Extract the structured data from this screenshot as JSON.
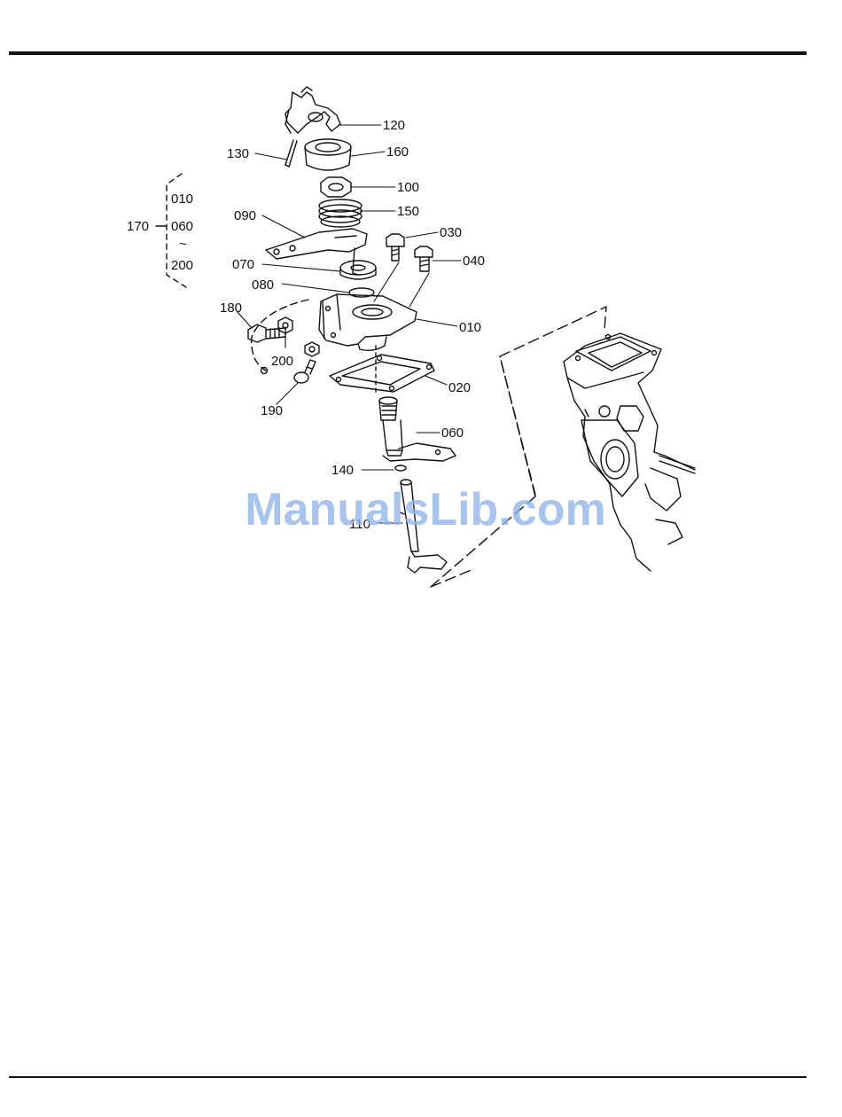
{
  "watermark": "ManualsLib.com",
  "group": {
    "label": "170",
    "items": [
      "010",
      "060",
      "~",
      "200"
    ]
  },
  "callouts": {
    "p120": "120",
    "p130": "130",
    "p160": "160",
    "p100": "100",
    "p150": "150",
    "p090": "090",
    "p030": "030",
    "p040": "040",
    "p070": "070",
    "p080": "080",
    "p180": "180",
    "p010": "010",
    "p200": "200",
    "p020": "020",
    "p190": "190",
    "p060": "060",
    "p140": "140",
    "p110": "110"
  },
  "icons": {
    "drawing": "exploded-parts-diagram-icon"
  }
}
